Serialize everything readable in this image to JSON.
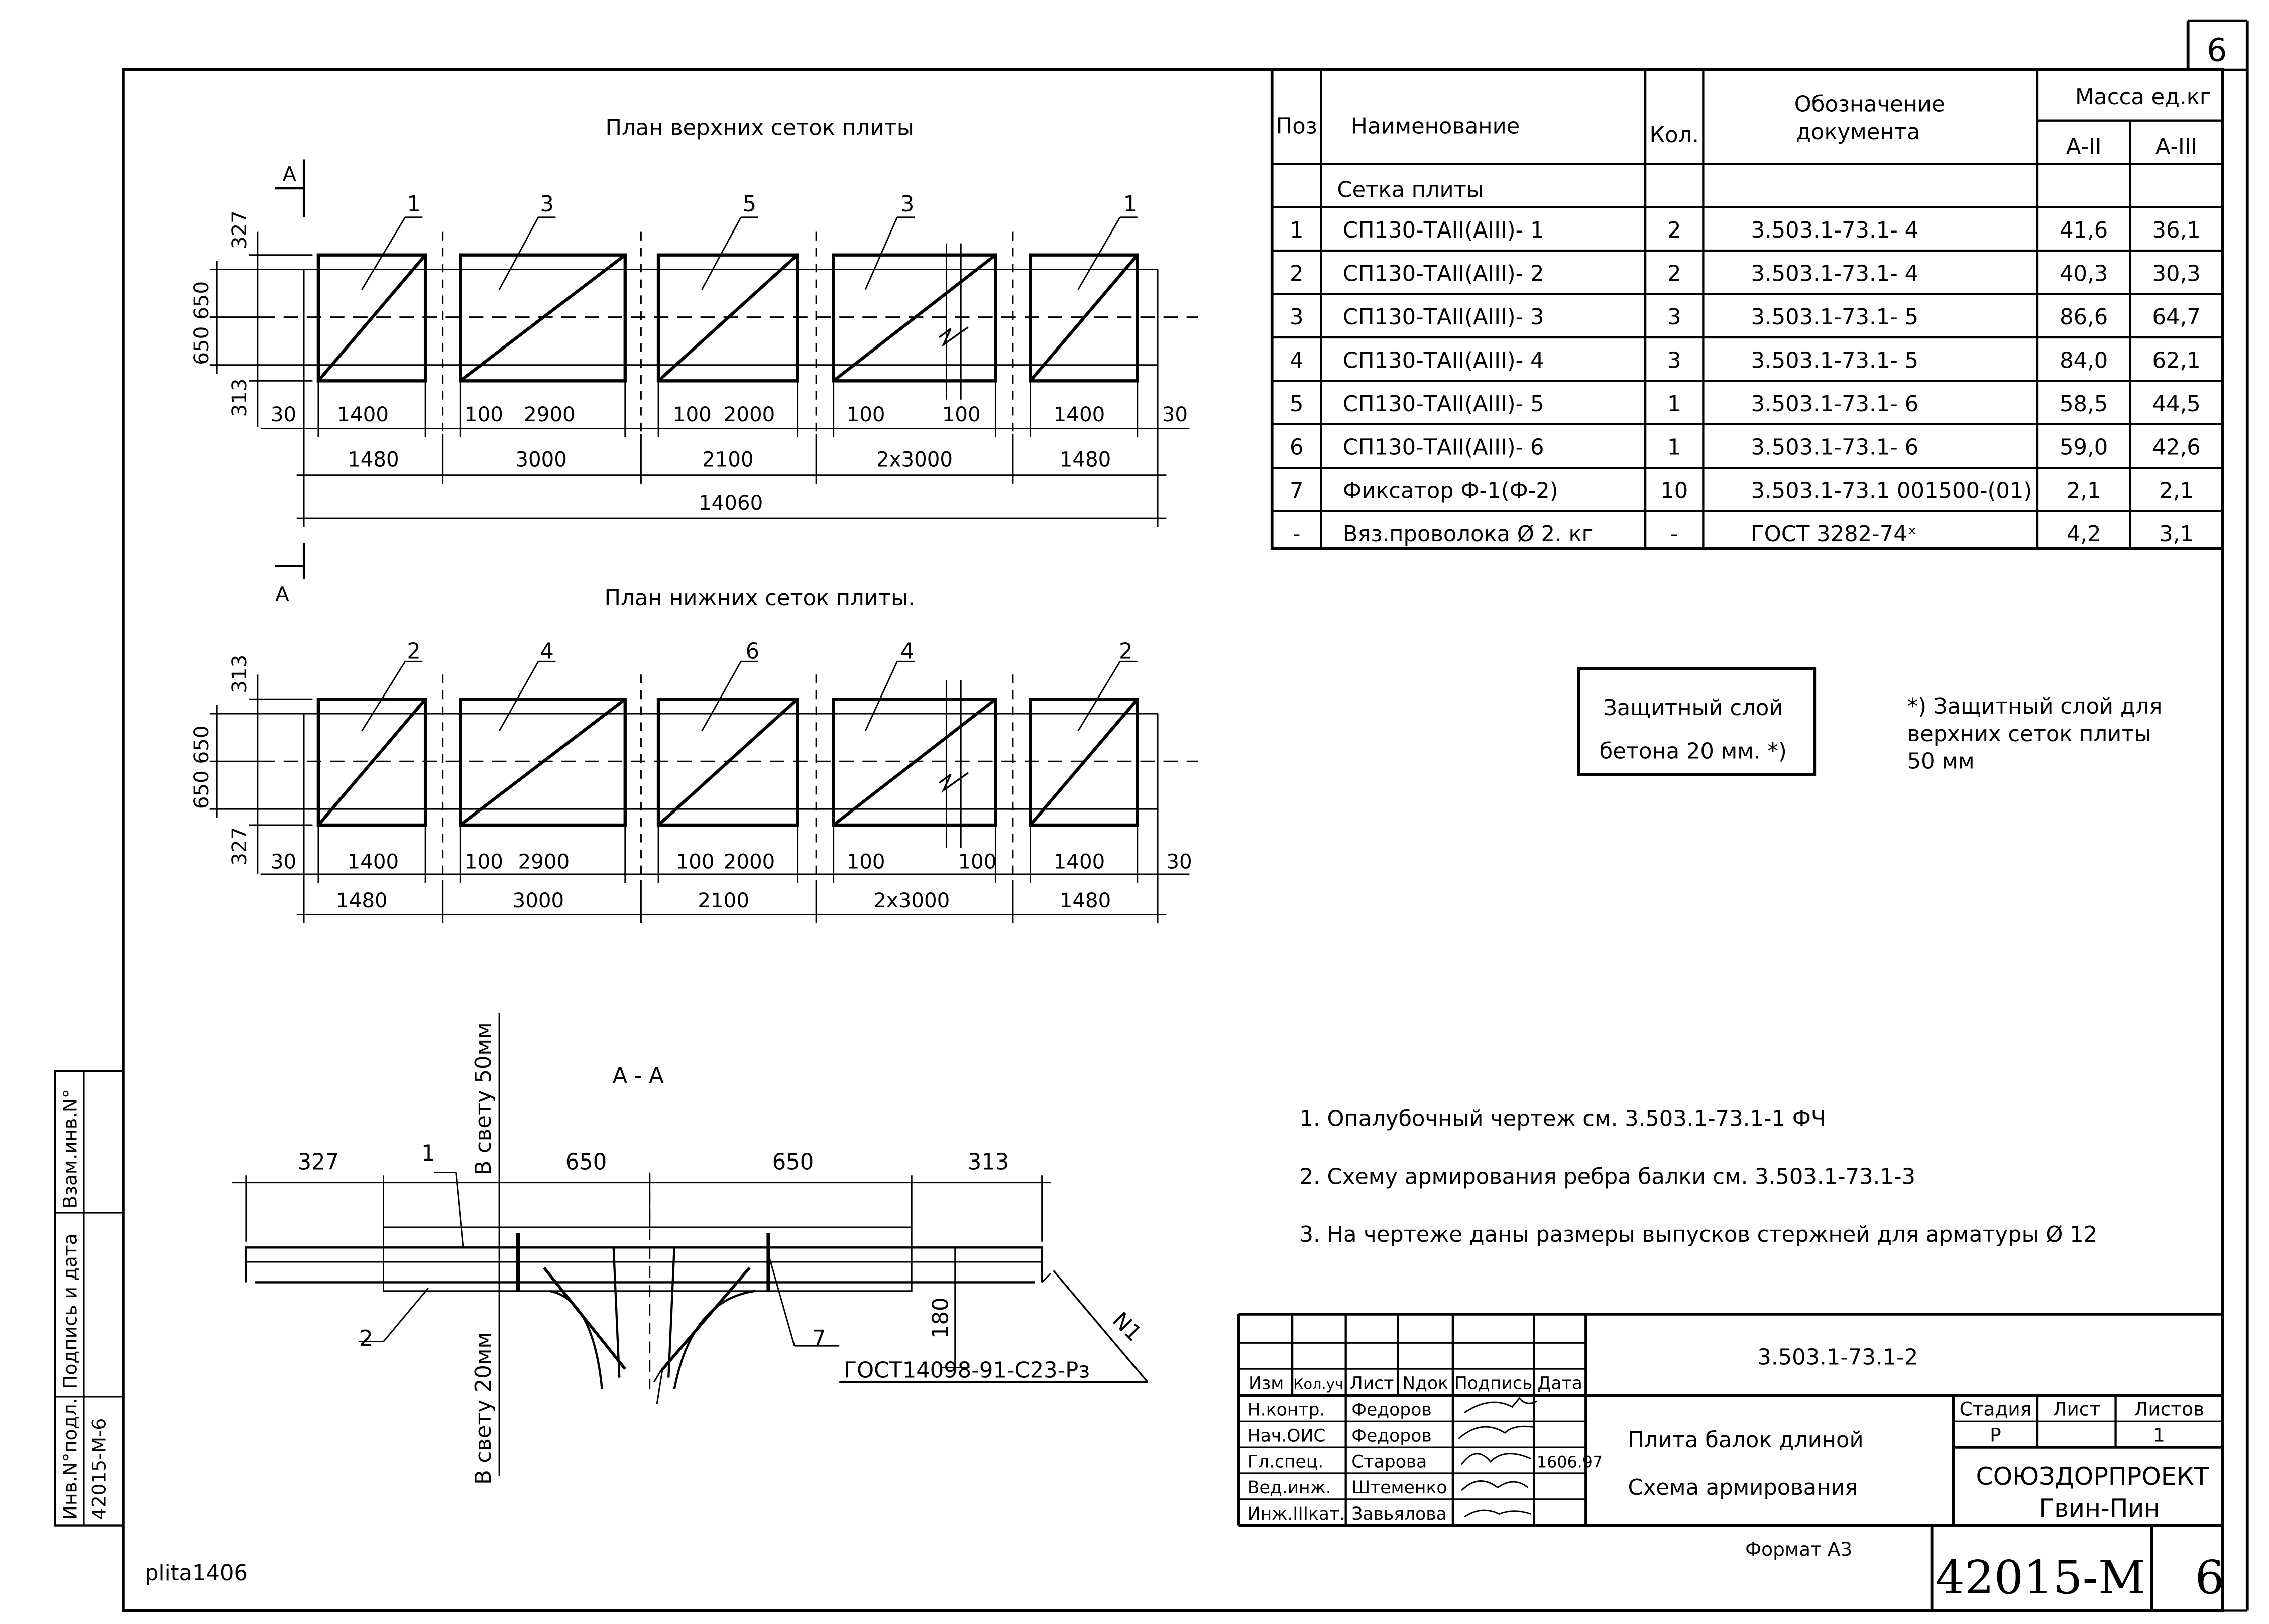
{
  "sheet": {
    "corner_number": "6",
    "file_label": "plita1406",
    "format_label": "Формат А3"
  },
  "top_plan": {
    "title": "План верхних сеток плиты",
    "section_mark": "А",
    "mesh_labels": [
      "1",
      "3",
      "5",
      "3",
      "1"
    ],
    "side_dims": [
      "327",
      "650 650",
      "313"
    ],
    "row1": [
      "30",
      "1400",
      "100",
      "2900",
      "100",
      "2000",
      "100",
      "100",
      "1400",
      "30"
    ],
    "row2": [
      "1480",
      "3000",
      "2100",
      "2x3000",
      "1480"
    ],
    "total": "14060"
  },
  "bottom_plan": {
    "title": "План нижних сеток плиты.",
    "mesh_labels": [
      "2",
      "4",
      "6",
      "4",
      "2"
    ],
    "side_dims": [
      "313",
      "650 650",
      "327"
    ],
    "row1": [
      "30",
      "1400",
      "100",
      "2900",
      "100",
      "2000",
      "100",
      "100",
      "1400",
      "30"
    ],
    "row2": [
      "1480",
      "3000",
      "2100",
      "2x3000",
      "1480"
    ]
  },
  "spec_table": {
    "headers": {
      "pos": "Поз",
      "name": "Наименование",
      "qty": "Кол.",
      "doc": "Обозначение документа",
      "mass": "Масса ед.кг",
      "a2": "А-II",
      "a3": "А-III"
    },
    "group": "Сетка плиты",
    "rows": [
      {
        "pos": "1",
        "name": "СП130-ТАII(АIII)- 1",
        "qty": "2",
        "doc": "3.503.1-73.1-  4",
        "a2": "41,6",
        "a3": "36,1"
      },
      {
        "pos": "2",
        "name": "СП130-ТАII(АIII)- 2",
        "qty": "2",
        "doc": "3.503.1-73.1-  4",
        "a2": "40,3",
        "a3": "30,3"
      },
      {
        "pos": "3",
        "name": "СП130-ТАII(АIII)- 3",
        "qty": "3",
        "doc": "3.503.1-73.1-  5",
        "a2": "86,6",
        "a3": "64,7"
      },
      {
        "pos": "4",
        "name": "СП130-ТАII(АIII)- 4",
        "qty": "3",
        "doc": "3.503.1-73.1-  5",
        "a2": "84,0",
        "a3": "62,1"
      },
      {
        "pos": "5",
        "name": "СП130-ТАII(АIII)- 5",
        "qty": "1",
        "doc": "3.503.1-73.1-  6",
        "a2": "58,5",
        "a3": "44,5"
      },
      {
        "pos": "6",
        "name": "СП130-ТАII(АIII)- 6",
        "qty": "1",
        "doc": "3.503.1-73.1-  6",
        "a2": "59,0",
        "a3": "42,6"
      },
      {
        "pos": "7",
        "name": "Фиксатор  Ф-1(Ф-2)",
        "qty": "10",
        "doc": "3.503.1-73.1  001500-(01)",
        "a2": "2,1",
        "a3": "2,1"
      },
      {
        "pos": "-",
        "name": "Вяз.проволока Ø 2. кг",
        "qty": "-",
        "doc": "ГОСТ  3282-74ˣ",
        "a2": "4,2",
        "a3": "3,1"
      }
    ]
  },
  "cover_box": {
    "line1": "Защитный слой",
    "line2": "бетона 20 мм. *)"
  },
  "footnote": {
    "line1": "*) Защитный слой для",
    "line2": "верхних сеток плиты",
    "line3": "50 мм"
  },
  "notes": [
    "1.  Опалубочный чертеж см.  3.503.1-73.1-1 ФЧ",
    "2.  Схему армирования ребра балки     см. 3.503.1-73.1-3",
    "3.  На чертеже даны размеры выпусков стержней для арматуры  Ø 12"
  ],
  "section": {
    "title": "А - А",
    "dims": [
      "327",
      "650",
      "650",
      "313"
    ],
    "vert_top": "В свету 50мм",
    "vert_bottom": "В свету 20мм",
    "labels": [
      "1",
      "2",
      "7"
    ],
    "height_dim": "180",
    "weld_mark": "N1",
    "weld_spec": "ГОСТ14098-91-С23-Рз"
  },
  "side_stamp": {
    "c1": "Взам.инв.N°",
    "c2": "Подпись и дата",
    "c3": "Инв.N°подл.",
    "c3_value": "42015-М-6"
  },
  "title_block": {
    "doc_code": "3.503.1-73.1-2",
    "rev_headers": [
      "Изм",
      "Кол.уч",
      "Лист",
      "Nдок",
      "Подпись",
      "Дата"
    ],
    "staff": [
      {
        "role": "Н.контр.",
        "name": "Федоров"
      },
      {
        "role": "Нач.ОИС",
        "name": "Федоров"
      },
      {
        "role": "Гл.спец.",
        "name": "Старова"
      },
      {
        "role": "Вед.инж.",
        "name": "Штеменко"
      },
      {
        "role": "Инж.IIIкат.",
        "name": "Завьялова"
      }
    ],
    "sign_date": "1606.97",
    "title_line1": "Плита балок длиной",
    "title_line2": "Схема армирования",
    "stage_header": "Стадия",
    "sheet_header": "Лист",
    "sheets_header": "Листов",
    "stage": "Р",
    "sheet_num": "",
    "sheets": "1",
    "org1": "СОЮЗДОРПРОЕКТ",
    "org2": "Гвин-Пин",
    "big_code": "42015-М",
    "big_sheet": "6"
  }
}
